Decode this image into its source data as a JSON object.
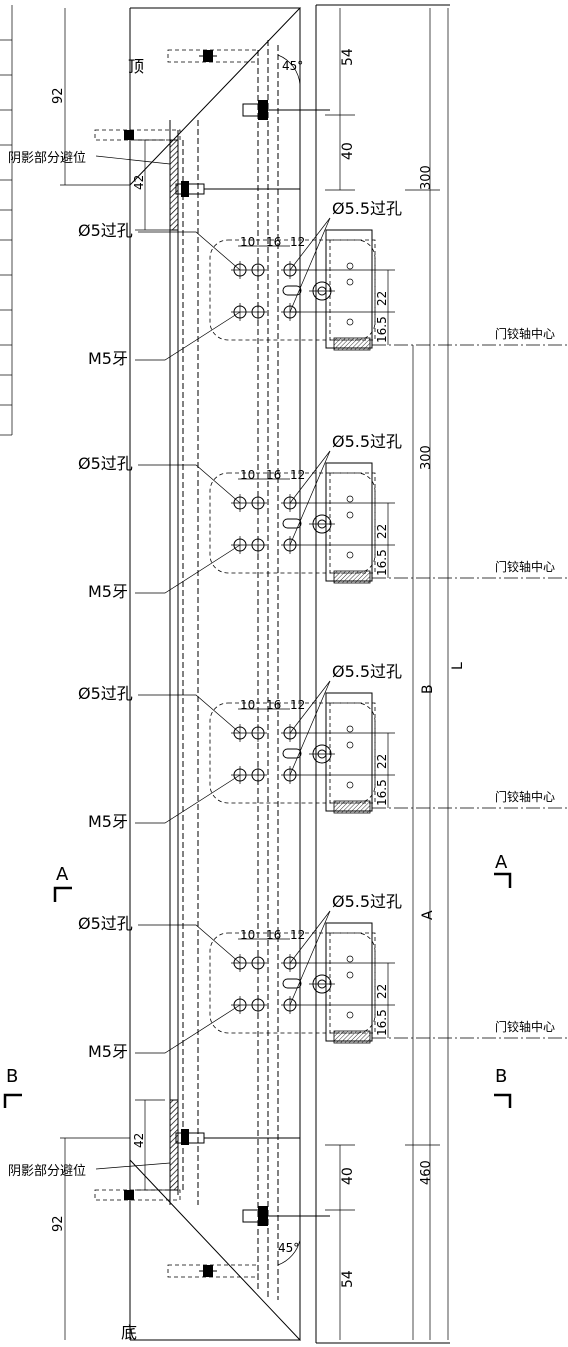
{
  "labels": {
    "top": "顶",
    "bottom": "底",
    "shadow_clearance_top": "阴影部分避位",
    "shadow_clearance_bottom": "阴影部分避位",
    "through_hole_5": "Ø5过孔",
    "through_hole_5_5": "Ø5.5过孔",
    "thread_m5": "M5牙",
    "hinge_center": "门铰轴中心",
    "section_a": "A",
    "section_b": "B"
  },
  "dimensions": {
    "d92_top": "92",
    "d42_top": "42",
    "d54_top": "54",
    "d40_top": "40",
    "d300_top": "300",
    "d300_mid": "300",
    "d10": "10",
    "d16": "16",
    "d12": "12",
    "d22": "22",
    "d16_5": "16.5",
    "d92_bottom": "92",
    "d42_bottom": "42",
    "d40_bottom": "40",
    "d54_bottom": "54",
    "d460": "460",
    "angle": "45°",
    "dim_L": "L",
    "dim_B": "B",
    "dim_A": "A"
  }
}
